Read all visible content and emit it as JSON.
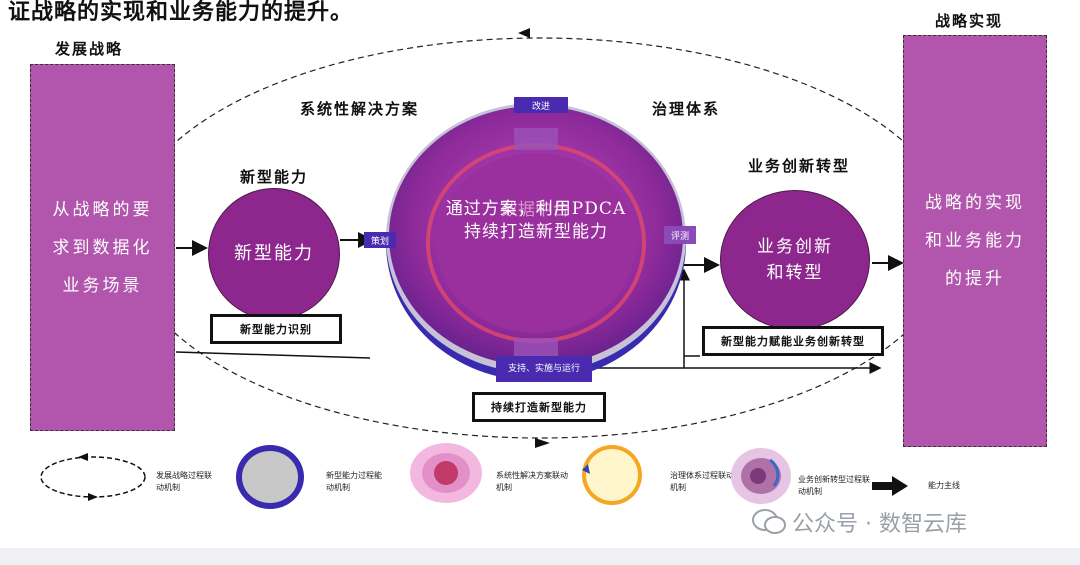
{
  "title": "证战略的实现和业务能力的提升。",
  "left_panel": {
    "header": "发展战略",
    "text": "从战略的要求到数据化业务场景"
  },
  "right_panel": {
    "header": "战略实现",
    "text": "战略的实现和业务能力的提升"
  },
  "section_labels": {
    "solution": "系统性解决方案",
    "governance": "治理体系",
    "new_capability": "新型能力",
    "business": "业务创新转型"
  },
  "circles": {
    "new_capability": "新型能力",
    "center_main": "通过方案，利用PDCA持续打造新型能力",
    "center_ghost": "数据中台",
    "business": "业务创新和转型"
  },
  "center_tags": {
    "top": "改进",
    "left": "策划",
    "right": "评测",
    "bottom": "支持、实施与运行"
  },
  "boxes": {
    "identify": "新型能力识别",
    "continuous": "持续打造新型能力",
    "enable": "新型能力赋能业务创新转型"
  },
  "legend": [
    {
      "icon": "dashed-cycle-icon",
      "text": "发展战略过程联动机制"
    },
    {
      "icon": "gray-circle-icon",
      "text": "新型能力过程能动机制"
    },
    {
      "icon": "pink-sphere-icon",
      "text": "系统性解决方案联动机制"
    },
    {
      "icon": "yellow-circle-icon",
      "text": "治理体系过程联动机制"
    },
    {
      "icon": "swirl-circle-icon",
      "text": "业务创新转型过程联动机制"
    },
    {
      "icon": "thick-arrow-icon",
      "text": "能力主线"
    }
  ],
  "watermark": "公众号 · 数智云库",
  "colors": {
    "purple_panel": "#b155ad",
    "circle": "#8e278d",
    "tag": "#4a2bb0"
  }
}
